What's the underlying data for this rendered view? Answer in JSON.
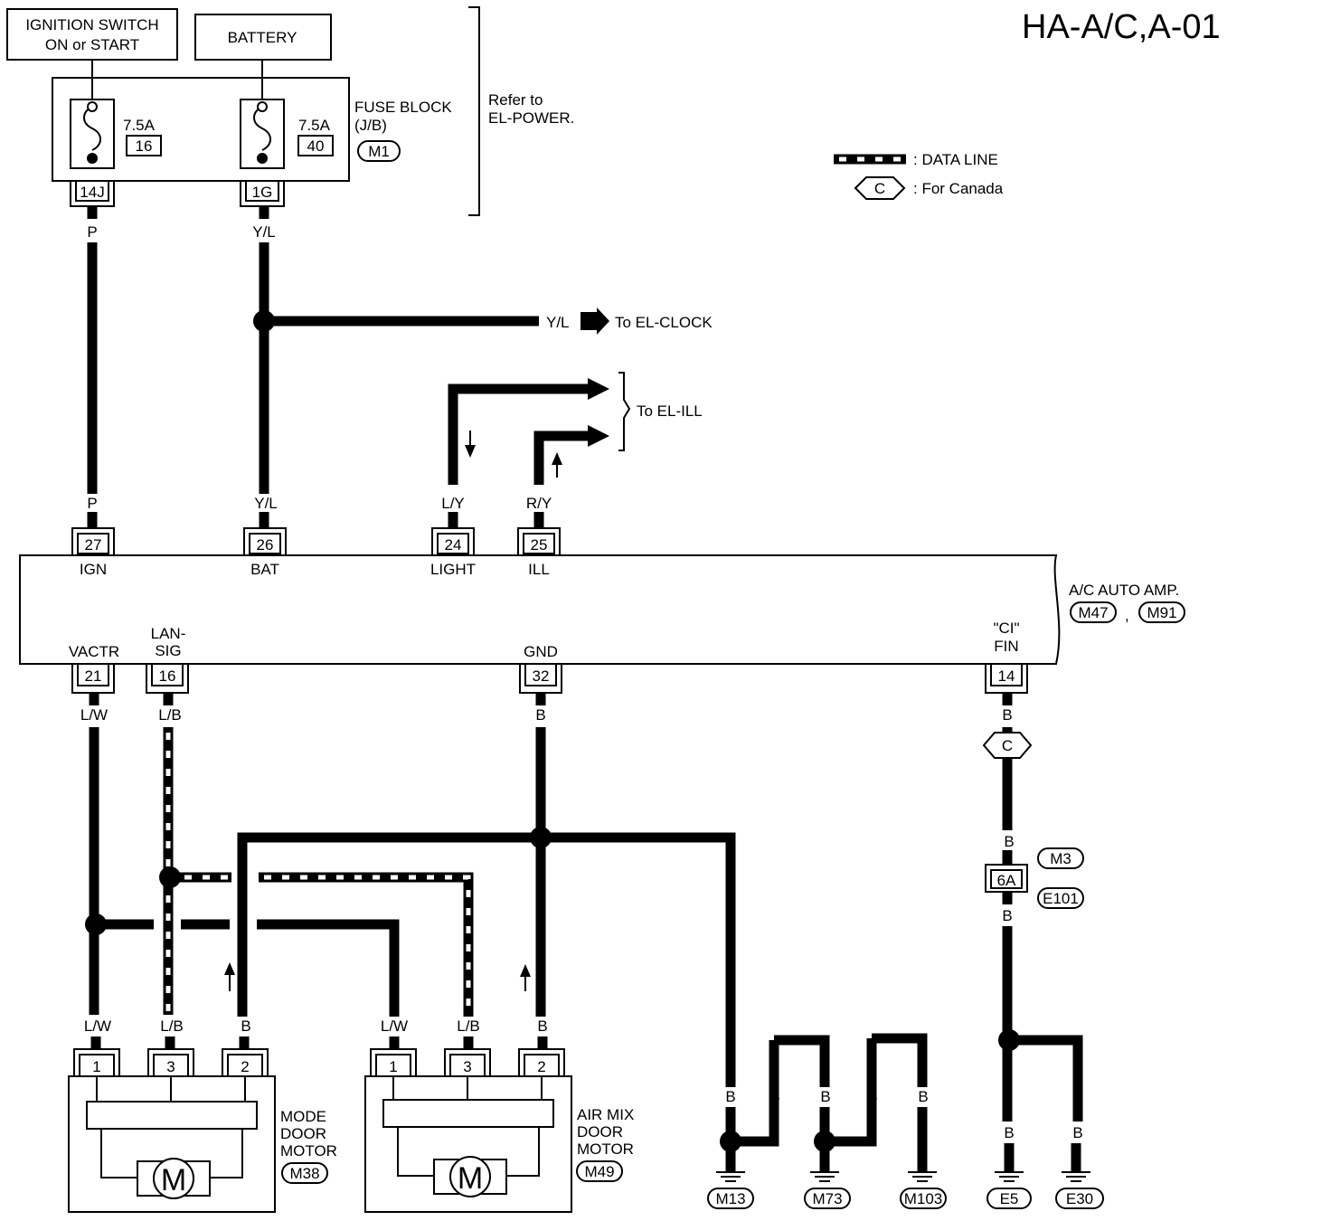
{
  "title": "HA-A/C,A-01",
  "top_boxes": {
    "ignition_line1": "IGNITION SWITCH",
    "ignition_line2": "ON or START",
    "battery": "BATTERY"
  },
  "fuse_block": {
    "label_line1": "FUSE BLOCK",
    "label_line2": "(J/B)",
    "connector": "M1",
    "fuse_left": {
      "amp": "7.5A",
      "num": "16"
    },
    "fuse_right": {
      "amp": "7.5A",
      "num": "40"
    },
    "term_left": "14J",
    "term_right": "1G",
    "refer_line1": "Refer to",
    "refer_line2": "EL-POWER."
  },
  "legend": {
    "data_line": ": DATA LINE",
    "canada_symbol": "C",
    "canada": ": For Canada"
  },
  "wires": {
    "p": "P",
    "yl": "Y/L",
    "ly": "L/Y",
    "ry": "R/Y",
    "lw": "L/W",
    "lb": "L/B",
    "b": "B"
  },
  "refs": {
    "clock": "To EL-CLOCK",
    "ill": "To EL-ILL"
  },
  "amp": {
    "name": "A/C AUTO AMP.",
    "conn1": "M47",
    "sep": ",",
    "conn2": "M91",
    "pins_top": [
      {
        "num": "27",
        "label": "IGN"
      },
      {
        "num": "26",
        "label": "BAT"
      },
      {
        "num": "24",
        "label": "LIGHT"
      },
      {
        "num": "25",
        "label": "ILL"
      }
    ],
    "pins_bottom": [
      {
        "num": "21",
        "label": "VACTR"
      },
      {
        "num": "16",
        "label1": "LAN-",
        "label2": "SIG"
      },
      {
        "num": "32",
        "label": "GND"
      },
      {
        "num": "14",
        "label1": "\"CI\"",
        "label2": "FIN"
      }
    ]
  },
  "canada_connector": {
    "symbol": "C",
    "top_conn": "M3",
    "pin": "6A",
    "bottom_conn": "E101"
  },
  "motors": [
    {
      "name1": "MODE",
      "name2": "DOOR",
      "name3": "MOTOR",
      "conn": "M38",
      "pins": [
        "1",
        "3",
        "2"
      ],
      "symbol": "M"
    },
    {
      "name1": "AIR MIX",
      "name2": "DOOR",
      "name3": "MOTOR",
      "conn": "M49",
      "pins": [
        "1",
        "3",
        "2"
      ],
      "symbol": "M"
    }
  ],
  "grounds": [
    "M13",
    "M73",
    "M103",
    "E5",
    "E30"
  ]
}
